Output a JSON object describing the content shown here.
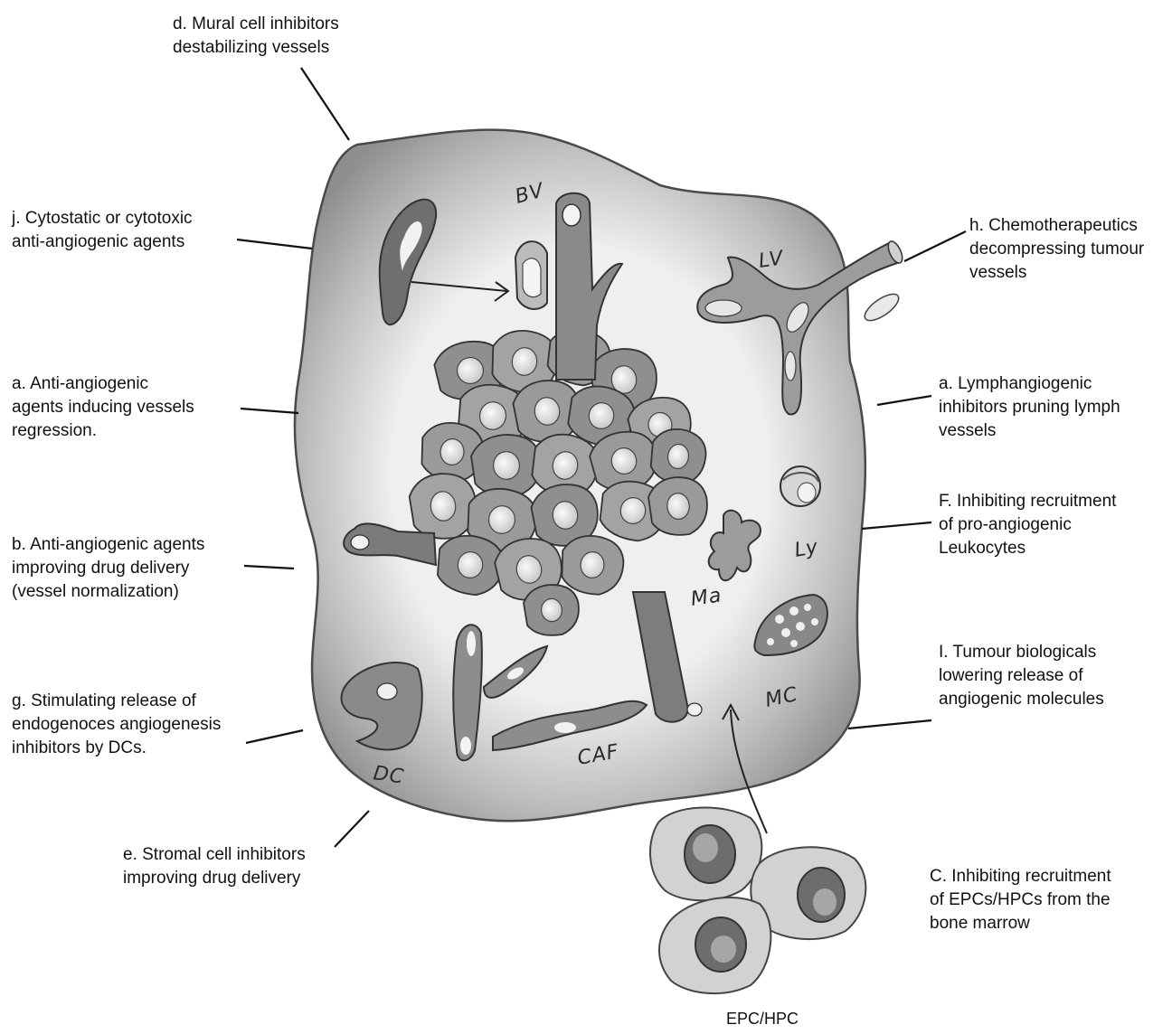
{
  "labels": {
    "d": "d. Mural cell inhibitors\ndestabilizing vessels",
    "j": "j. Cytostatic or cytotoxic\nanti-angiogenic agents",
    "a_left": "a. Anti-angiogenic\nagents inducing vessels\nregression.",
    "b": "b. Anti-angiogenic agents\nimproving drug delivery\n(vessel normalization)",
    "g": "g. Stimulating release of\nendogenoces angiogenesis\ninhibitors by DCs.",
    "e": "e. Stromal cell inhibitors\nimproving drug delivery",
    "h": "h. Chemotherapeutics\ndecompressing tumour\nvessels",
    "a_right": "a. Lymphangiogenic\ninhibitors pruning lymph\nvessels",
    "f": "F. Inhibiting recruitment\nof pro-angiogenic\nLeukocytes",
    "i": "I. Tumour biologicals\nlowering release of\nangiogenic molecules",
    "c": "C. Inhibiting recruitment\nof EPCs/HPCs from the\nbone marrow",
    "epc": "EPC/HPC"
  },
  "handwritten": {
    "bv": "BV",
    "lv": "LV",
    "ly": "Ly",
    "ma": "Ma",
    "mc": "MC",
    "dc": "DC",
    "caf": "CAF"
  },
  "colors": {
    "tissue": "#9a9a9a",
    "tissue_dark": "#6e6e6e",
    "interior": "#ececec",
    "cell": "#a8a8a8",
    "nucleus": "#e2e2e2"
  }
}
